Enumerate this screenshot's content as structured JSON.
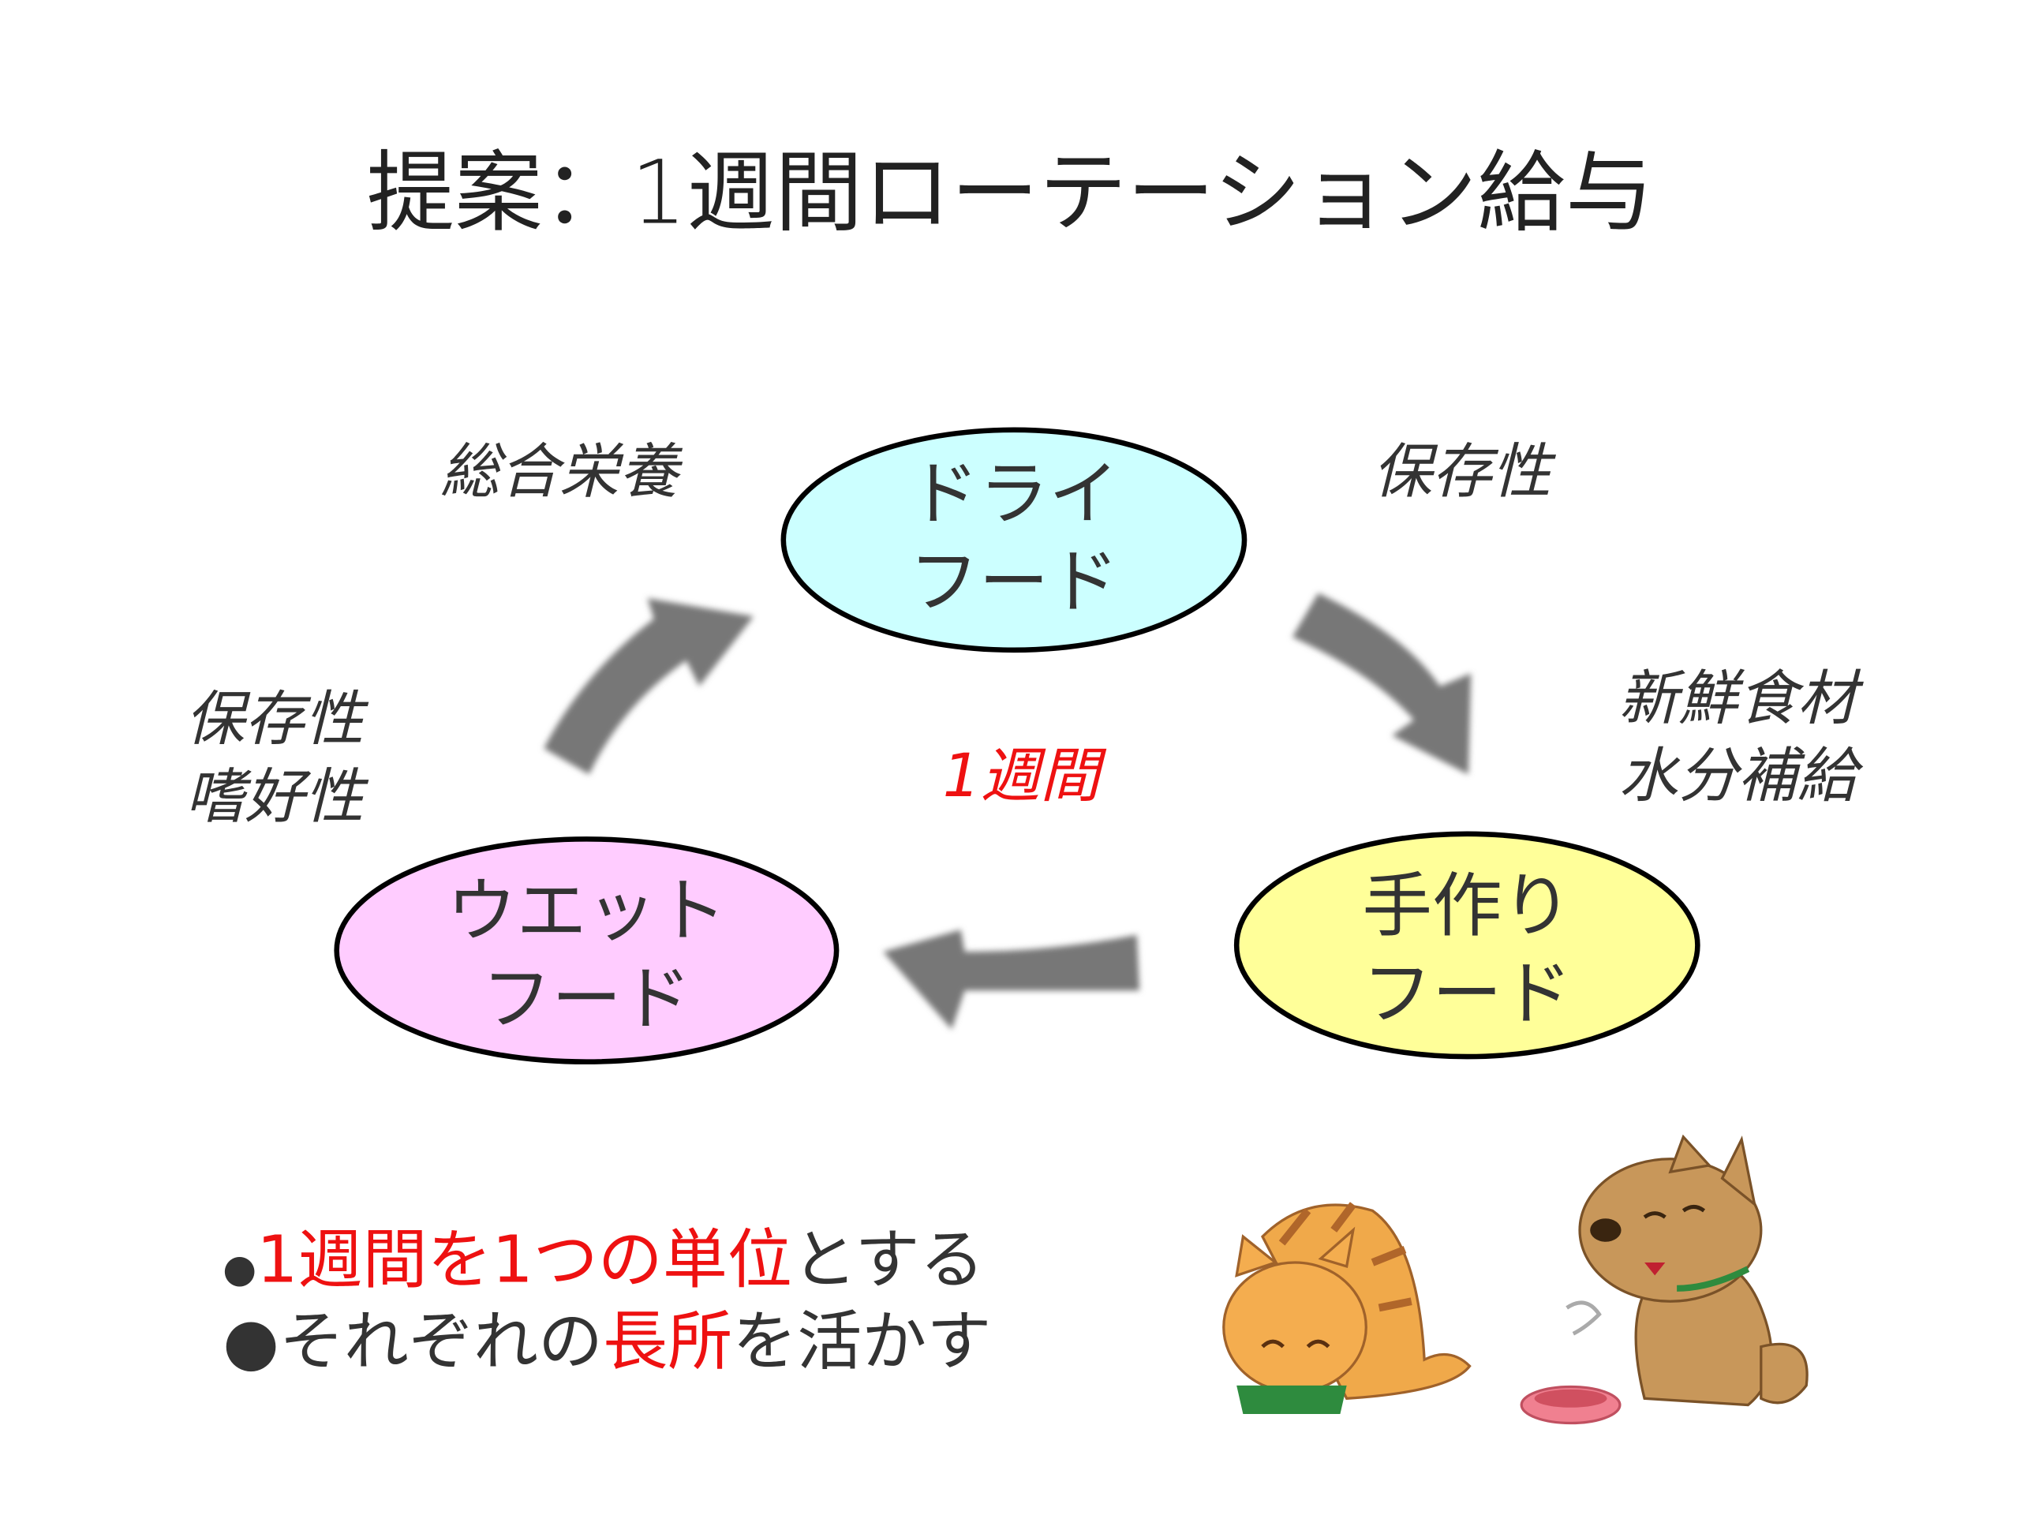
{
  "title": "提案：1週間ローテーション給与",
  "cycle": {
    "dry": {
      "line1": "ドライ",
      "line2": "フード",
      "color": "#ccffff"
    },
    "wet": {
      "line1": "ウエット",
      "line2": "フード",
      "color": "#ffccff"
    },
    "homemade": {
      "line1": "手作り",
      "line2": "フード",
      "color": "#ffff99"
    },
    "center_label": "1週間",
    "notes": {
      "top_left": "総合栄養",
      "top_right": "保存性",
      "right_1": "新鮮食材",
      "right_2": "水分補給",
      "left_1": "保存性",
      "left_2": "嗜好性"
    }
  },
  "bullets": [
    {
      "marker": "●",
      "parts": [
        "1週間を1つの単位",
        "とする"
      ]
    },
    {
      "marker": "●",
      "parts": [
        "それぞれの",
        "長所",
        "を活かす"
      ]
    }
  ],
  "colors": {
    "accent": "#ee1111",
    "arrow": "#777777"
  }
}
